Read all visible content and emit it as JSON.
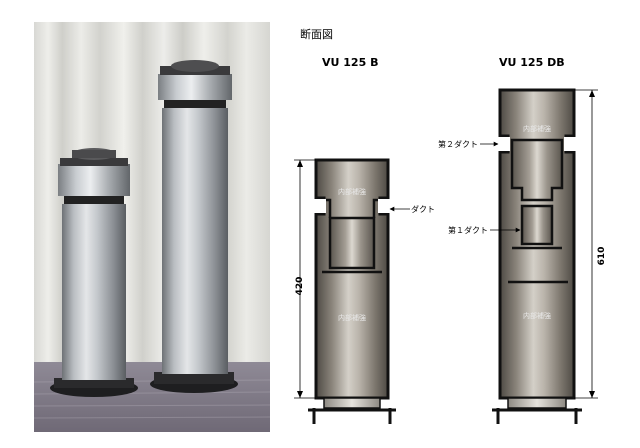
{
  "diagram": {
    "heading": "断面図",
    "models": {
      "b": {
        "name": "VU 125 B",
        "height_label": "420",
        "duct_label": "ダクト",
        "reinforce_top": "内部補強",
        "reinforce_bottom": "内部補強"
      },
      "db": {
        "name": "VU 125 DB",
        "height_label": "610",
        "duct2_label": "第２ダクト",
        "duct1_label": "第１ダクト",
        "reinforce_top": "内部補強",
        "reinforce_bottom": "内部補強"
      }
    }
  },
  "colors": {
    "tube_dark": "#4e4a44",
    "tube_mid": "#a9a39a",
    "tube_light": "#d4d0c8",
    "outline": "#111111"
  }
}
